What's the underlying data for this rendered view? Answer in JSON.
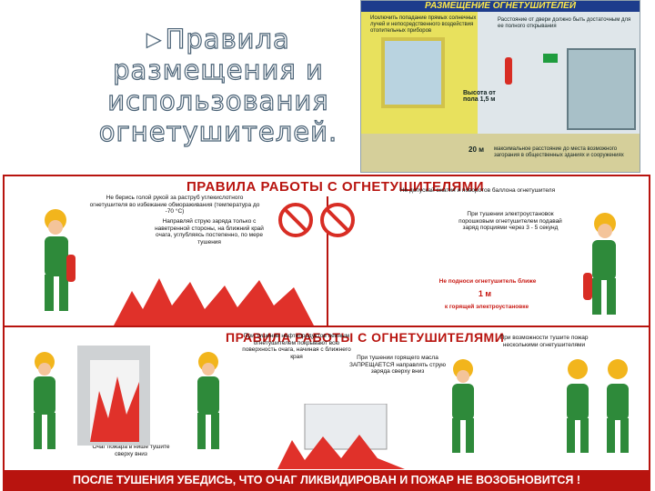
{
  "slide": {
    "title_lines": [
      "Правила",
      "размещения и",
      "использования",
      "огнетушителей."
    ]
  },
  "poster_top": {
    "heading": "РАЗМЕЩЕНИЕ ОГНЕТУШИТЕЛЕЙ",
    "note_left": "Исключить попадание прямых солнечных лучей и непосредственного воздействия отопительных приборов",
    "note_right": "Расстояние от двери должно быть достаточным для ее полного открывания",
    "height_label": "Высота от пола 1,5 м",
    "distance_label": "20 м",
    "distance_note": "максимальное расстояние до места возможного загорания в общественных зданиях и сооружениях"
  },
  "poster": {
    "heading": "ПРАВИЛА РАБОТЫ С ОГНЕТУШИТЕЛЯМИ",
    "heading2": "ПРАВИЛА РАБОТЫ С ОГНЕТУШИТЕЛЯМИ",
    "note_1": "Не берись голой рукой за раструб углекислотного огнетушителя во избежание обмораживания (температура до -70 °С)",
    "note_2": "Направляй струю заряда только с наветренной стороны, на ближний край очага, углубляясь постепенно, по мере тушения",
    "note_3": "Не допускай сжатия и поворотов баллона огнетушителя",
    "note_4": "При тушении электроустановок порошковым огнетушителем подавай заряд порциями через 3 - 5 секунд",
    "note_5": "Не подноси огнетушитель ближе",
    "note_5_dist": "1 м",
    "note_5b": "к горящей электроустановке",
    "note_6": "При тушении нефтепродуктов пенным огнетушителем покрывают всю поверхность очага, начиная с ближнего края",
    "note_7": "При тушении горящего масла ЗАПРЕЩАЕТСЯ направлять струю заряда сверху вниз",
    "note_8": "При возможности тушите пожар несколькими огнетушителями",
    "note_9": "Очаг пожара в нише тушите сверху вниз",
    "footer": "ПОСЛЕ ТУШЕНИЯ УБЕДИСЬ, ЧТО ОЧАГ ЛИКВИДИРОВАН И ПОЖАР НЕ ВОЗОБНОВИТСЯ !"
  },
  "colors": {
    "accent_red": "#b8140f",
    "title_stroke": "#4a6276",
    "worker_green": "#2e8a3a",
    "helmet_yellow": "#f2b51c"
  }
}
